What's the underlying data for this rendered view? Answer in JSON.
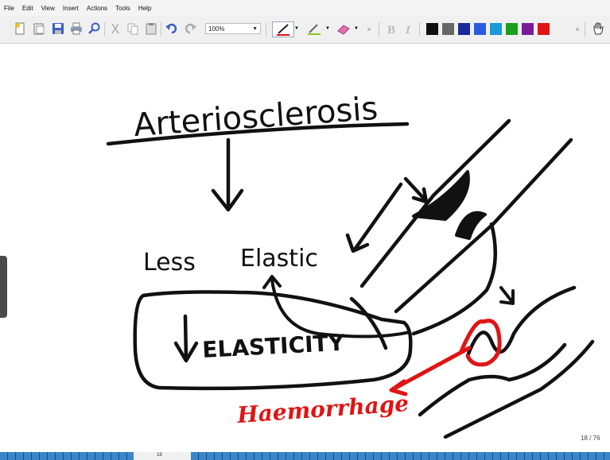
{
  "menu": [
    "File",
    "Edit",
    "View",
    "Insert",
    "Actions",
    "Tools",
    "Help"
  ],
  "toolbar": {
    "zoom_value": "100%",
    "pen_colors": [
      "#111111",
      "#666666",
      "#1a2a9a",
      "#2a5ae0",
      "#1a9ad8",
      "#18a018",
      "#7a1a9a",
      "#e01414"
    ]
  },
  "canvas": {
    "title_text": "Arteriosclerosis",
    "less_text": "Less",
    "elastic_text": "Elastic",
    "elasticity_text": "ELASTICITY",
    "hemorrhage_text": "Haemorrhage",
    "ink_color": "#111111",
    "red_ink_color": "#e01414"
  },
  "footer": {
    "page_counter": "18 / 76",
    "bottom_page": "18"
  }
}
